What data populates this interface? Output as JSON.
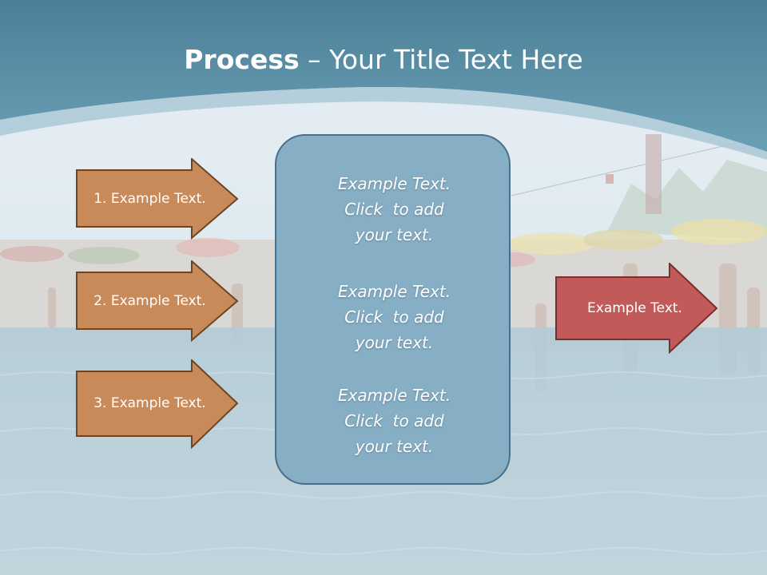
{
  "slide": {
    "title_bold": "Process",
    "title_rest": " – Your Title Text Here",
    "background": "beach photo with people, umbrellas and sea, faded under a light overlay; teal banner header"
  },
  "left_arrows": [
    {
      "label": "1. Example Text."
    },
    {
      "label": "2. Example Text."
    },
    {
      "label": "3. Example Text."
    }
  ],
  "center_box": {
    "paragraphs": [
      {
        "line1": "Example Text.",
        "line2": "Click  to add",
        "line3": "your text."
      },
      {
        "line1": "Example Text.",
        "line2": "Click  to add",
        "line3": "your text."
      },
      {
        "line1": "Example Text.",
        "line2": "Click  to add",
        "line3": "your text."
      }
    ]
  },
  "right_arrow": {
    "label": "Example Text."
  },
  "colors": {
    "header_teal": "#5d93aa",
    "left_arrow_fill": "#c98a5a",
    "left_arrow_border": "#6b4525",
    "right_arrow_fill": "#c25a5a",
    "right_arrow_border": "#7a2e2e",
    "center_box_fill": "#86aec4",
    "center_box_border": "#4b6f88"
  }
}
